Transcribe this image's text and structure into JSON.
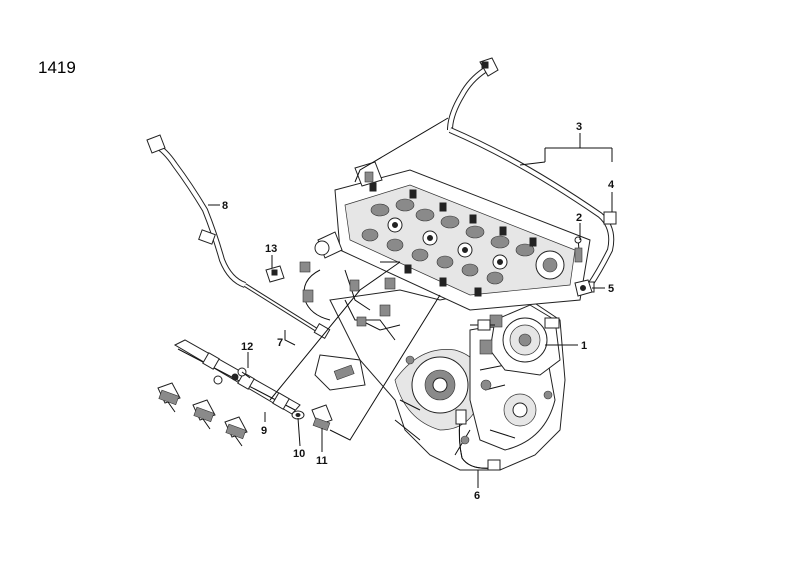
{
  "figure": {
    "number": "1419"
  },
  "callouts": [
    {
      "id": "c1",
      "label": "1"
    },
    {
      "id": "c2",
      "label": "2"
    },
    {
      "id": "c3",
      "label": "3"
    },
    {
      "id": "c4",
      "label": "4"
    },
    {
      "id": "c5",
      "label": "5"
    },
    {
      "id": "c6",
      "label": "6"
    },
    {
      "id": "c7",
      "label": "7"
    },
    {
      "id": "c8",
      "label": "8"
    },
    {
      "id": "c9",
      "label": "9"
    },
    {
      "id": "c10",
      "label": "10"
    },
    {
      "id": "c11",
      "label": "11"
    },
    {
      "id": "c12",
      "label": "12"
    },
    {
      "id": "c13",
      "label": "13"
    }
  ]
}
